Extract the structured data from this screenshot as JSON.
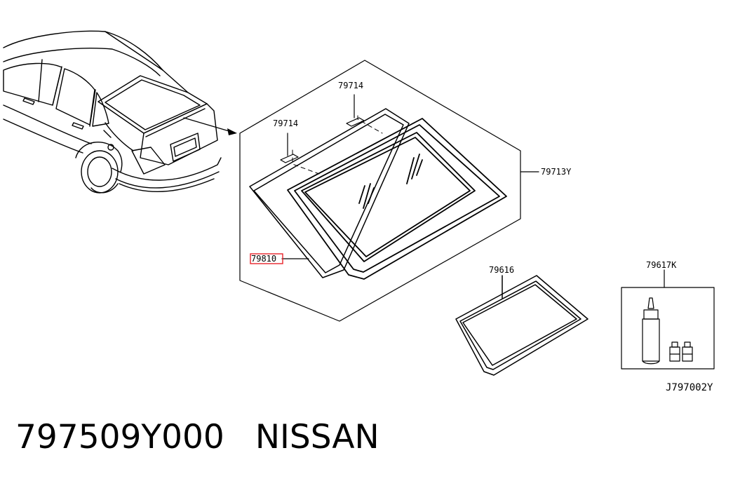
{
  "callouts": {
    "clip_a": "79714",
    "clip_b": "79714",
    "glass_assembly": "79713Y",
    "highlighted_part": "79810",
    "molding": "79616",
    "adhesive_kit": "79617K"
  },
  "diagram_code": "J797002Y",
  "footer": {
    "part_number": "797509Y000",
    "brand": "NISSAN"
  },
  "colors": {
    "highlight_box": "#e8232a",
    "line": "#000000",
    "background": "#ffffff"
  }
}
